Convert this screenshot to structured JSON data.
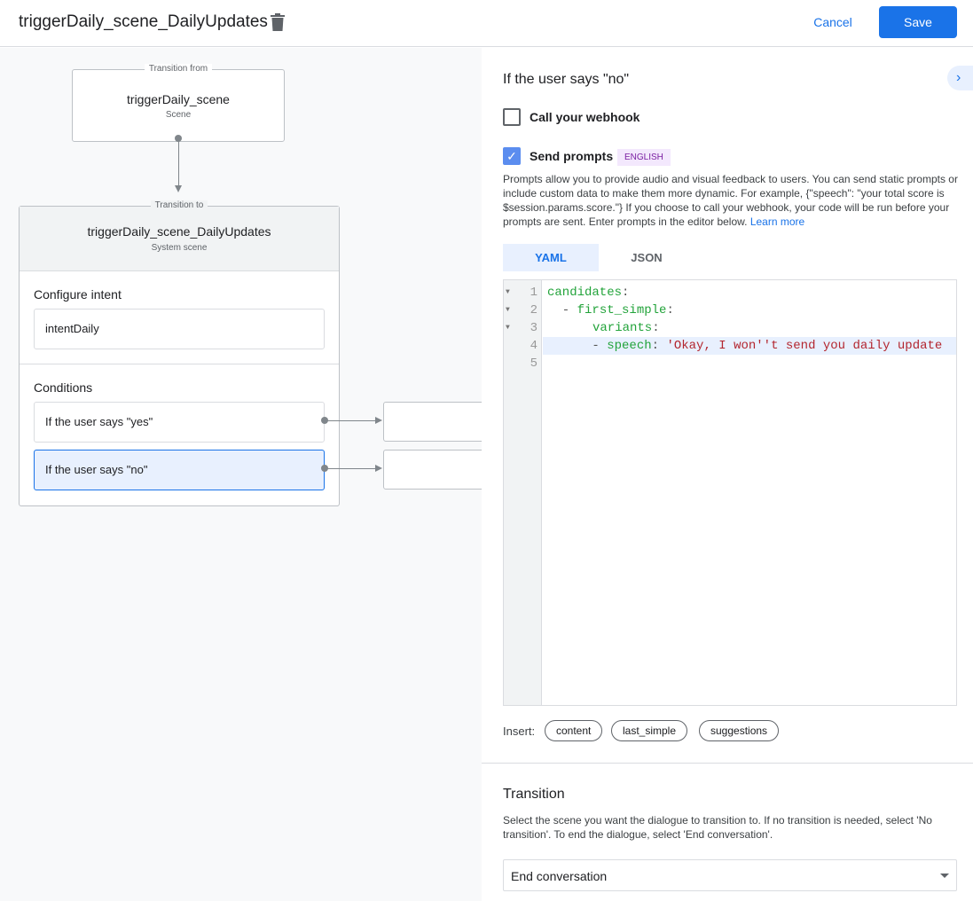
{
  "header": {
    "title": "triggerDaily_scene_DailyUpdates",
    "cancel": "Cancel",
    "save": "Save"
  },
  "canvas": {
    "from": {
      "tag": "Transition from",
      "title": "triggerDaily_scene",
      "sub": "Scene"
    },
    "to": {
      "tag": "Transition to",
      "title": "triggerDaily_scene_DailyUpdates",
      "sub": "System scene",
      "intent_label": "Configure intent",
      "intent": "intentDaily",
      "conditions_label": "Conditions",
      "conditions": [
        "If the user says \"yes\"",
        "If the user says \"no\""
      ]
    }
  },
  "panel": {
    "heading": "If the user says \"no\"",
    "webhook": {
      "label": "Call your webhook",
      "checked": false
    },
    "prompts": {
      "label": "Send prompts",
      "checked": true,
      "badge": "ENGLISH",
      "description": "Prompts allow you to provide audio and visual feedback to users. You can send static prompts or include custom data to make them more dynamic. For example, {\"speech\": \"your total score is $session.params.score.\"} If you choose to call your webhook, your code will be run before your prompts are sent. Enter prompts in the editor below.",
      "learn_more": "Learn more"
    },
    "tabs": [
      "YAML",
      "JSON"
    ],
    "active_tab": "YAML",
    "code_lines": [
      "1",
      "2",
      "3",
      "4",
      "5"
    ],
    "code": {
      "l1k": "candidates",
      "l2d": "  - ",
      "l2k": "first_simple",
      "l3k": "variants",
      "l4d": "      - ",
      "l4k": "speech",
      "l4s": "'Okay, I won''t send you daily update",
      "colon": ":"
    },
    "insert_label": "Insert:",
    "insert_chips": [
      "content",
      "last_simple",
      "suggestions"
    ],
    "transition": {
      "title": "Transition",
      "description": "Select the scene you want the dialogue to transition to. If no transition is needed, select 'No transition'. To end the dialogue, select 'End conversation'.",
      "selected": "End conversation"
    }
  }
}
